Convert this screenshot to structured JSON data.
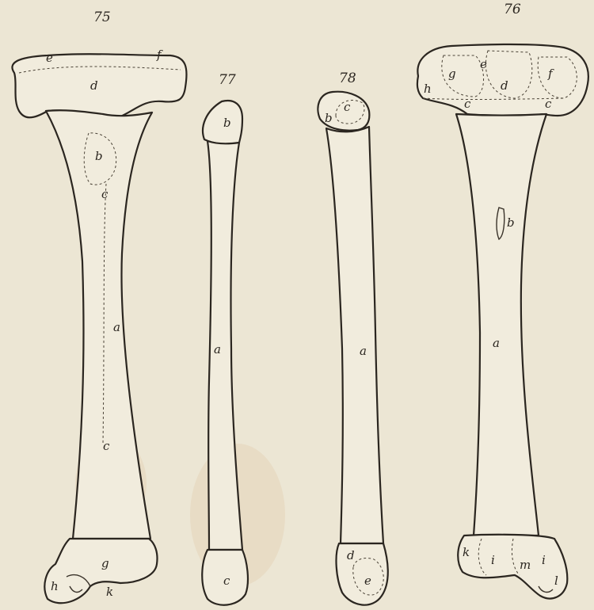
{
  "figures": [
    {
      "number": "75",
      "labels": {
        "e": "e",
        "f": "f",
        "d": "d",
        "b": "b",
        "c1": "c",
        "a": "a",
        "c2": "c",
        "g": "g",
        "h": "h",
        "k": "k"
      }
    },
    {
      "number": "77",
      "labels": {
        "b": "b",
        "a": "a",
        "c": "c"
      }
    },
    {
      "number": "78",
      "labels": {
        "c": "c",
        "b": "b",
        "a": "a",
        "d": "d",
        "e": "e"
      }
    },
    {
      "number": "76",
      "labels": {
        "e": "e",
        "g": "g",
        "f": "f",
        "d": "d",
        "h": "h",
        "c1": "c",
        "c2": "c",
        "b": "b",
        "a": "a",
        "k": "k",
        "i1": "i",
        "m": "m",
        "i2": "i",
        "l": "l"
      }
    }
  ]
}
